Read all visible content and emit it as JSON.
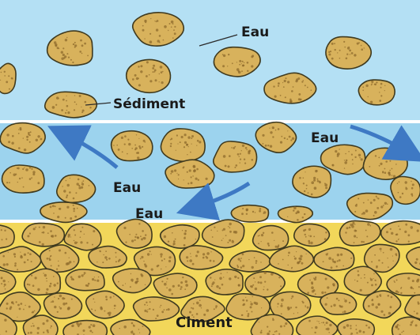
{
  "colors": {
    "water": "#9cd3ee",
    "water_light": "#b4e0f4",
    "cement": "#f2d75a",
    "grain_fill": "#d8b25c",
    "grain_outline": "#3f3a1f",
    "grain_speckle": "#8f6b2c",
    "arrow": "#3e79c4",
    "separator": "#ffffff"
  },
  "panels": [
    {
      "id": "sediment-in-water",
      "background": "water"
    },
    {
      "id": "compaction-water-escaping",
      "background": "water"
    },
    {
      "id": "cementation",
      "background": "cement"
    }
  ],
  "labels": {
    "water_top": "Eau",
    "sediment": "Sédiment",
    "water_mid_right": "Eau",
    "water_mid_left": "Eau",
    "water_mid_bottom": "Eau",
    "cement": "Ciment"
  },
  "icons": [
    "arrow-icon"
  ]
}
